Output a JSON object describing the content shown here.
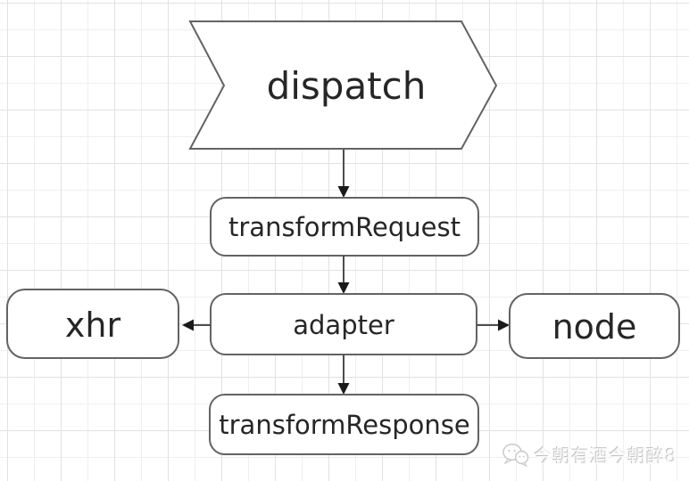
{
  "diagram": {
    "dispatch": {
      "label": "dispatch",
      "shape": "banner-arrow"
    },
    "transform_request": {
      "label": "transformRequest",
      "shape": "rounded-rect"
    },
    "adapter": {
      "label": "adapter",
      "shape": "rounded-rect"
    },
    "xhr": {
      "label": "xhr",
      "shape": "rounded-rect"
    },
    "node": {
      "label": "node",
      "shape": "rounded-rect"
    },
    "transform_response": {
      "label": "transformResponse",
      "shape": "rounded-rect"
    },
    "edges": [
      {
        "from": "dispatch",
        "to": "transformRequest",
        "direction": "down"
      },
      {
        "from": "transformRequest",
        "to": "adapter",
        "direction": "down"
      },
      {
        "from": "adapter",
        "to": "xhr",
        "direction": "left"
      },
      {
        "from": "adapter",
        "to": "node",
        "direction": "right"
      },
      {
        "from": "adapter",
        "to": "transformResponse",
        "direction": "down"
      }
    ]
  },
  "watermark": {
    "text": "今朝有酒今朝醉8",
    "icon": "chat-bubbles-icon"
  },
  "colors": {
    "background": "#ffffff",
    "grid_minor": "#efefef",
    "grid_major": "#e2e2e2",
    "shape_fill": "#ffffff",
    "shape_stroke": "#636363",
    "arrow": "#4d4d4d",
    "label_text": "#262626",
    "watermark_text": "#f7f7f7",
    "watermark_shadow": "#c3c3c3"
  }
}
